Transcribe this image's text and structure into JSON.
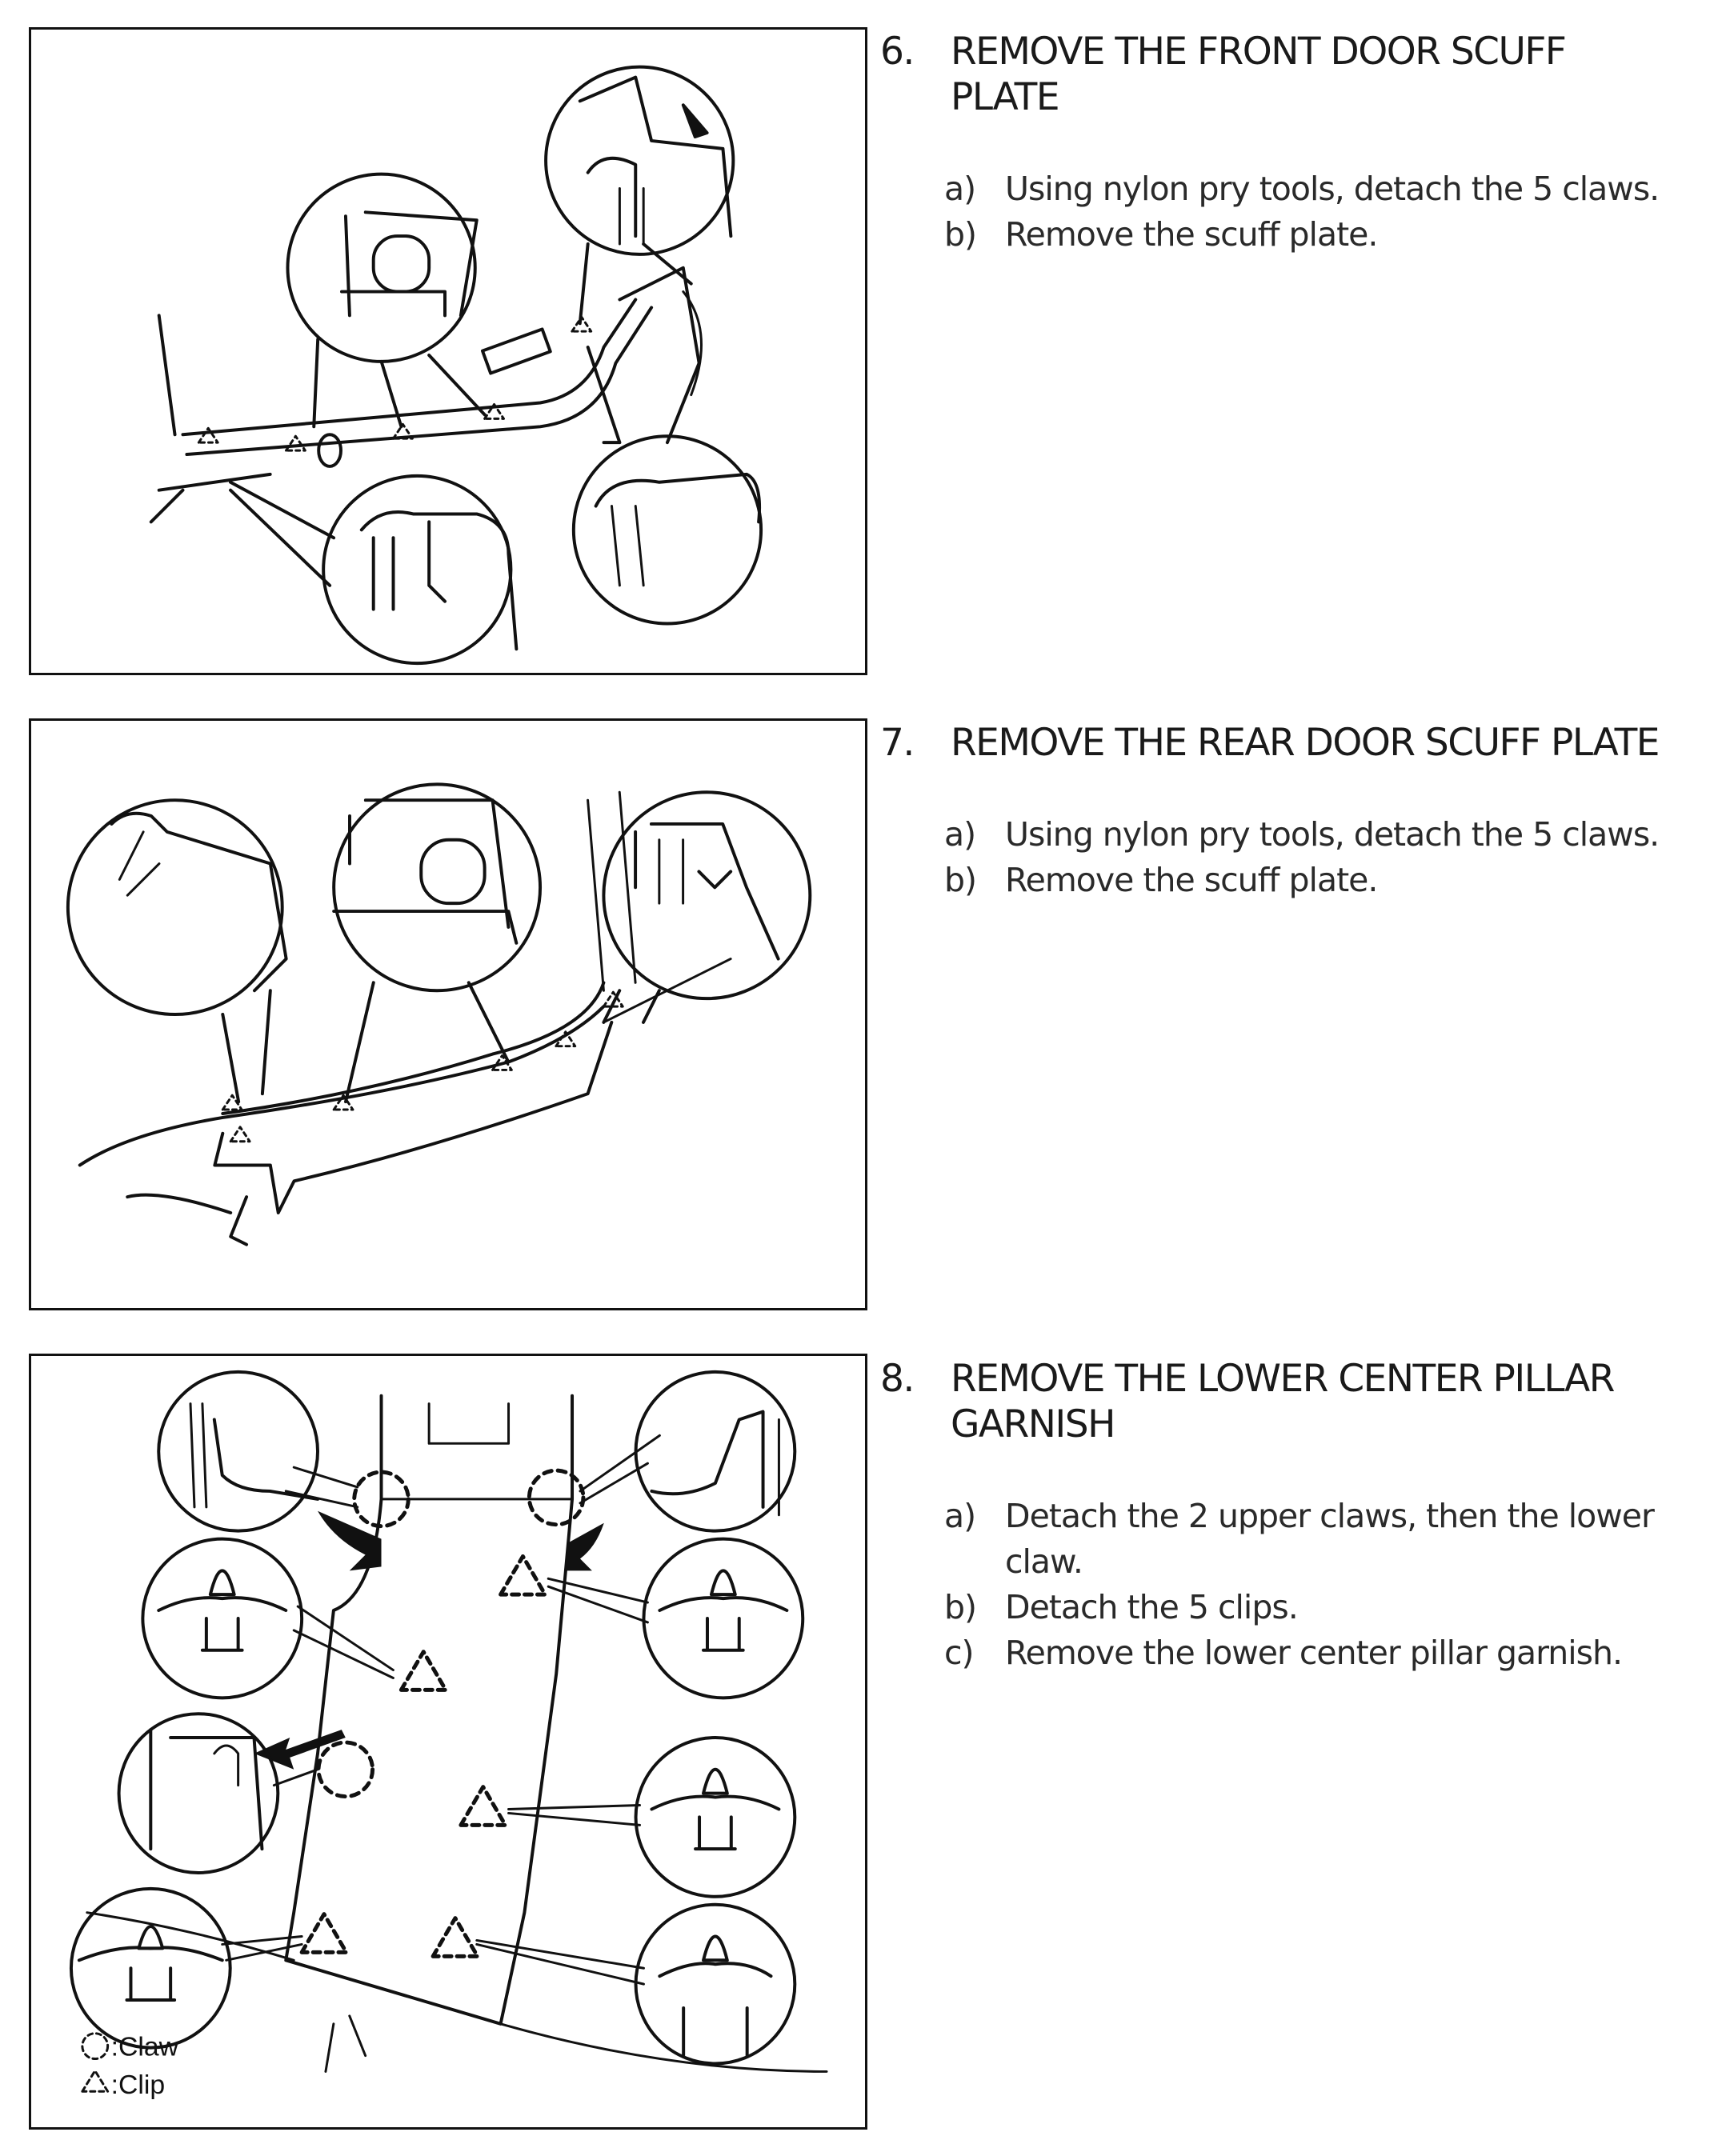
{
  "steps": [
    {
      "number": "6.",
      "title": "REMOVE THE FRONT DOOR SCUFF PLATE",
      "items": [
        {
          "letter": "a)",
          "text": "Using nylon pry tools, detach the 5 claws."
        },
        {
          "letter": "b)",
          "text": "Remove the scuff plate."
        }
      ]
    },
    {
      "number": "7.",
      "title": "REMOVE THE REAR DOOR SCUFF PLATE",
      "items": [
        {
          "letter": "a)",
          "text": "Using nylon pry tools, detach the 5 claws."
        },
        {
          "letter": "b)",
          "text": "Remove the scuff plate."
        }
      ]
    },
    {
      "number": "8.",
      "title": "REMOVE THE LOWER CENTER PILLAR GARNISH",
      "items": [
        {
          "letter": "a)",
          "text": "Detach the 2 upper claws, then the lower claw."
        },
        {
          "letter": "b)",
          "text": "Detach the 5 clips."
        },
        {
          "letter": "c)",
          "text": "Remove the lower center pillar garnish."
        }
      ]
    }
  ],
  "legend": {
    "claw": ":Claw",
    "clip": ":Clip"
  }
}
